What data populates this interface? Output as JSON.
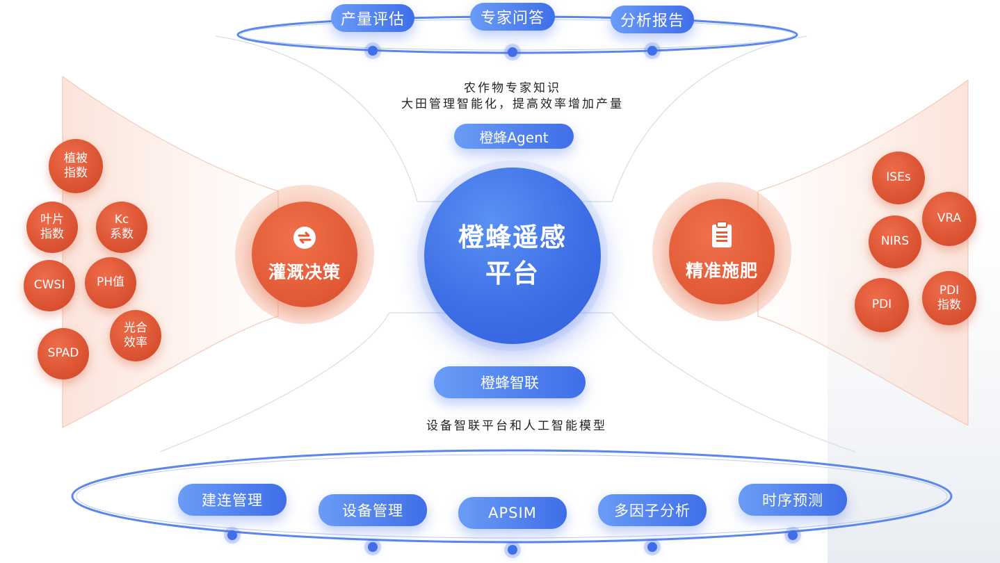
{
  "top_ring": {
    "items": [
      "产量评估",
      "专家问答",
      "分析报告"
    ]
  },
  "agent": {
    "caption_line1": "农作物专家知识",
    "caption_line2": "大田管理智能化，提高效率增加产量",
    "label": "橙蜂Agent"
  },
  "center": {
    "title": "橙蜂遥感\n平台"
  },
  "left_hub": {
    "label": "灌溉决策",
    "icon": "swap-arrows-icon"
  },
  "right_hub": {
    "label": "精准施肥",
    "icon": "clipboard-icon"
  },
  "left_indices": [
    "植被\n指数",
    "叶片\n指数",
    "Kc\n系数",
    "CWSI",
    "PH值",
    "光合\n效率",
    "SPAD"
  ],
  "right_indices": [
    "ISEs",
    "VRA",
    "NIRS",
    "PDI",
    "PDI\n指数"
  ],
  "iot": {
    "label": "橙蜂智联",
    "caption": "设备智联平台和人工智能模型"
  },
  "bottom_ring": {
    "items": [
      "建连管理",
      "设备管理",
      "APSIM",
      "多因子分析",
      "时序预测"
    ]
  },
  "colors": {
    "accent_blue": "#3f6ee8",
    "accent_orange": "#e25a36"
  }
}
